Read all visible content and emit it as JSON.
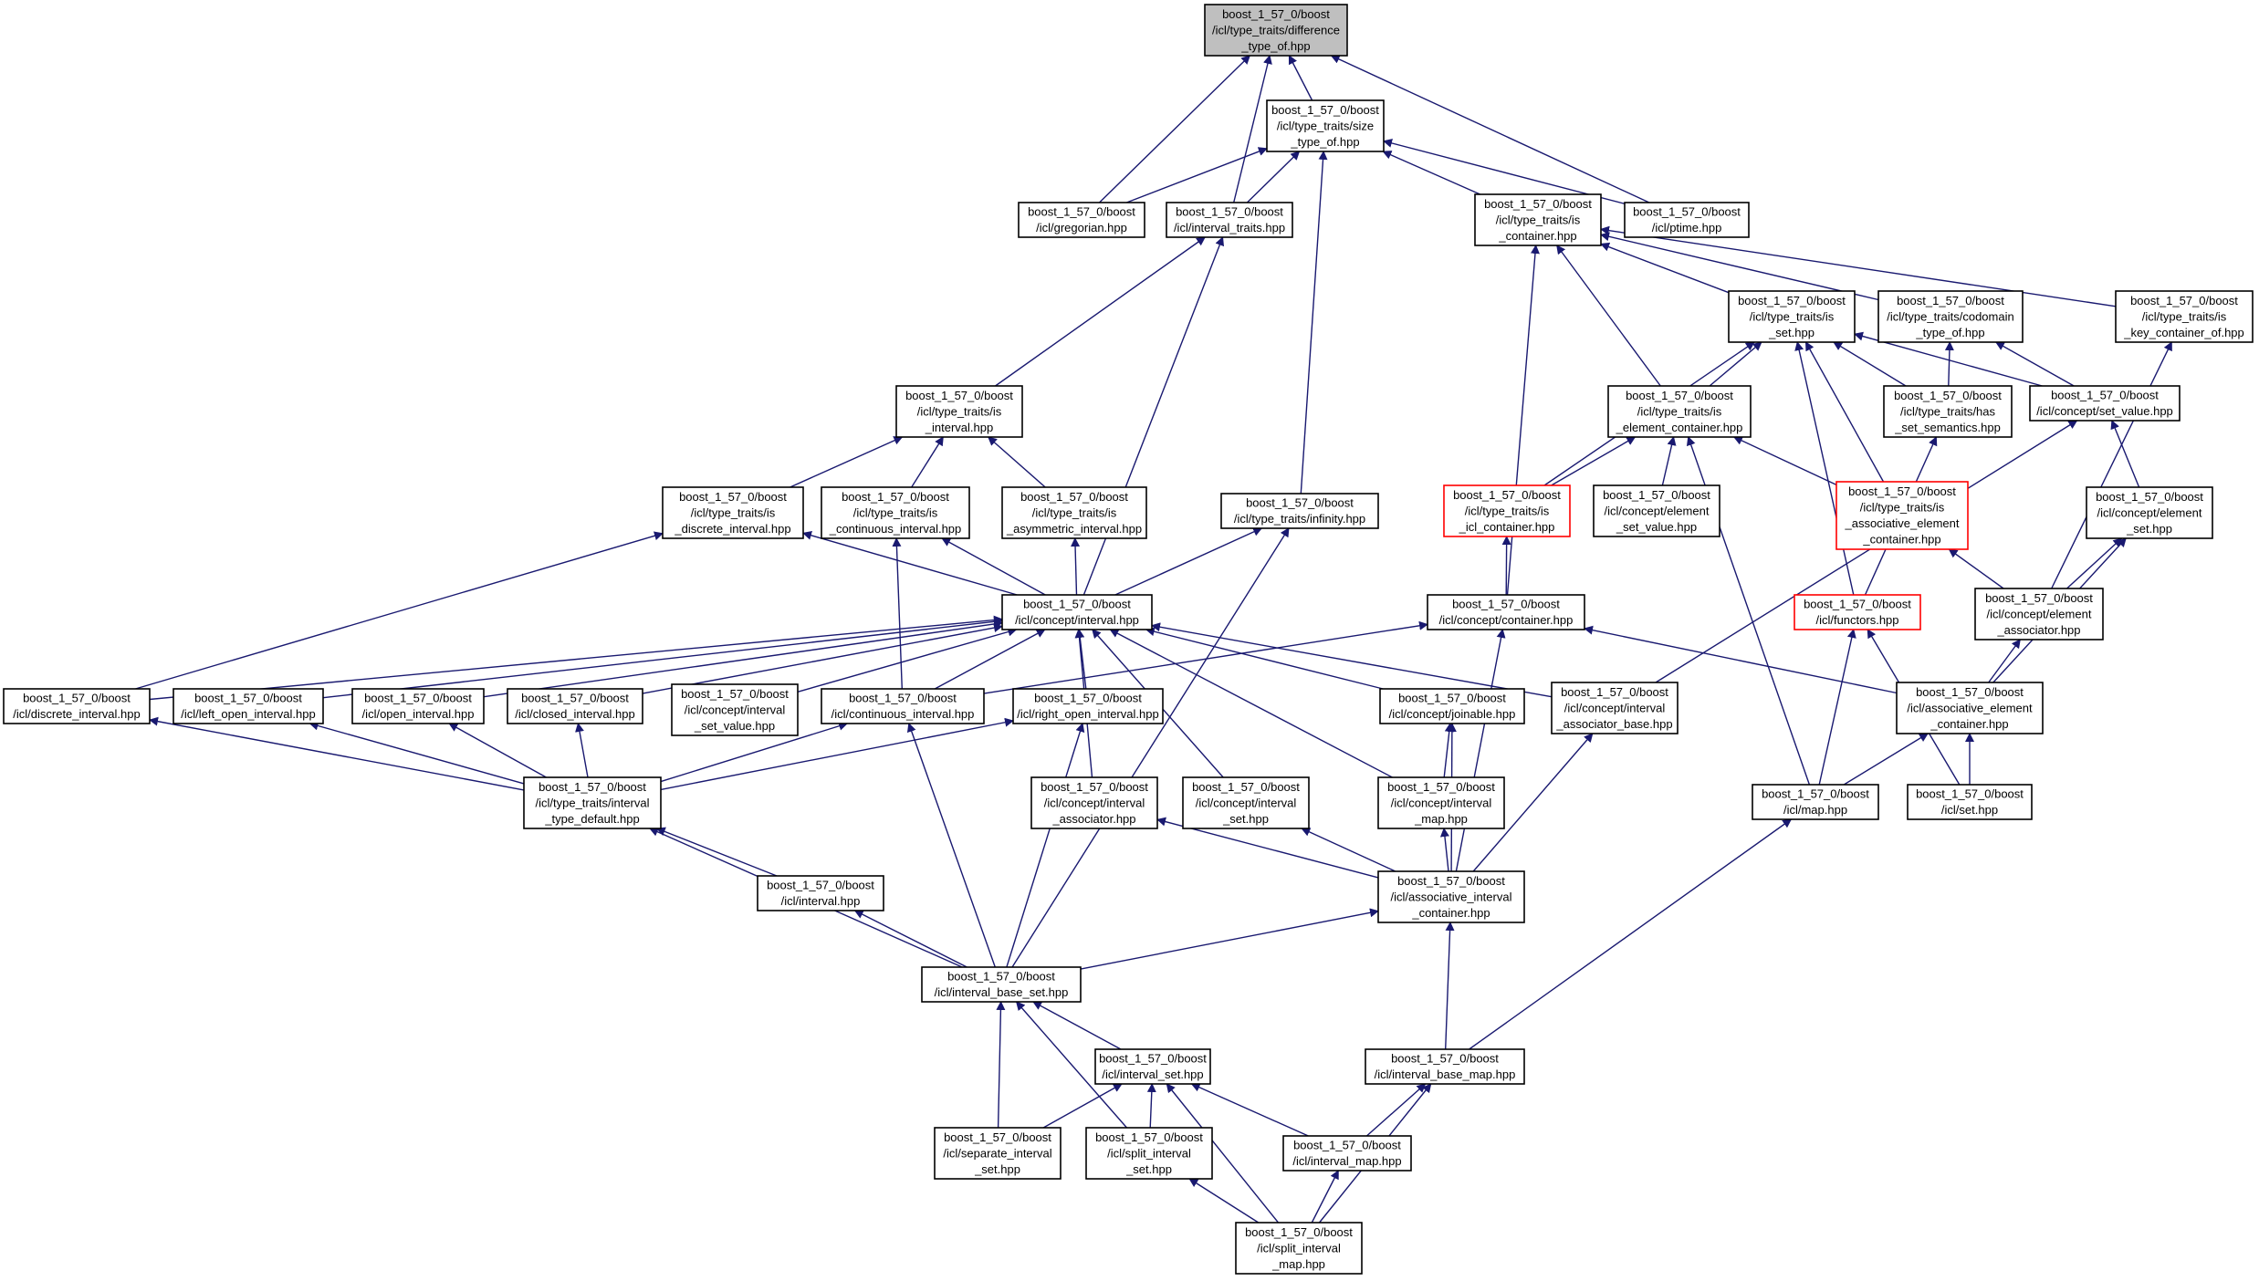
{
  "colors": {
    "edge": "#191970",
    "border": "#000000",
    "truncated_border": "#ff0000",
    "focus_fill": "#bfbfbf",
    "node_fill": "#ffffff"
  },
  "nodes": [
    {
      "id": "difference_type_of",
      "lines": [
        "boost_1_57_0/boost",
        "/icl/type_traits/difference",
        "_type_of.hpp"
      ],
      "focus": true
    },
    {
      "id": "size_type_of",
      "lines": [
        "boost_1_57_0/boost",
        "/icl/type_traits/size",
        "_type_of.hpp"
      ]
    },
    {
      "id": "gregorian",
      "lines": [
        "boost_1_57_0/boost",
        "/icl/gregorian.hpp"
      ]
    },
    {
      "id": "interval_traits",
      "lines": [
        "boost_1_57_0/boost",
        "/icl/interval_traits.hpp"
      ]
    },
    {
      "id": "is_container",
      "lines": [
        "boost_1_57_0/boost",
        "/icl/type_traits/is",
        "_container.hpp"
      ]
    },
    {
      "id": "ptime",
      "lines": [
        "boost_1_57_0/boost",
        "/icl/ptime.hpp"
      ]
    },
    {
      "id": "is_set",
      "lines": [
        "boost_1_57_0/boost",
        "/icl/type_traits/is",
        "_set.hpp"
      ]
    },
    {
      "id": "codomain_type_of",
      "lines": [
        "boost_1_57_0/boost",
        "/icl/type_traits/codomain",
        "_type_of.hpp"
      ]
    },
    {
      "id": "is_key_container_of",
      "lines": [
        "boost_1_57_0/boost",
        "/icl/type_traits/is",
        "_key_container_of.hpp"
      ]
    },
    {
      "id": "is_interval",
      "lines": [
        "boost_1_57_0/boost",
        "/icl/type_traits/is",
        "_interval.hpp"
      ]
    },
    {
      "id": "is_element_container",
      "lines": [
        "boost_1_57_0/boost",
        "/icl/type_traits/is",
        "_element_container.hpp"
      ]
    },
    {
      "id": "has_set_semantics",
      "lines": [
        "boost_1_57_0/boost",
        "/icl/type_traits/has",
        "_set_semantics.hpp"
      ]
    },
    {
      "id": "set_value",
      "lines": [
        "boost_1_57_0/boost",
        "/icl/concept/set_value.hpp"
      ]
    },
    {
      "id": "is_discrete_interval",
      "lines": [
        "boost_1_57_0/boost",
        "/icl/type_traits/is",
        "_discrete_interval.hpp"
      ]
    },
    {
      "id": "is_continuous_interval",
      "lines": [
        "boost_1_57_0/boost",
        "/icl/type_traits/is",
        "_continuous_interval.hpp"
      ]
    },
    {
      "id": "is_asymmetric_interval",
      "lines": [
        "boost_1_57_0/boost",
        "/icl/type_traits/is",
        "_asymmetric_interval.hpp"
      ]
    },
    {
      "id": "infinity",
      "lines": [
        "boost_1_57_0/boost",
        "/icl/type_traits/infinity.hpp"
      ]
    },
    {
      "id": "is_icl_container",
      "lines": [
        "boost_1_57_0/boost",
        "/icl/type_traits/is",
        "_icl_container.hpp"
      ],
      "truncated": true
    },
    {
      "id": "element_set_value",
      "lines": [
        "boost_1_57_0/boost",
        "/icl/concept/element",
        "_set_value.hpp"
      ]
    },
    {
      "id": "is_associative_element_container",
      "lines": [
        "boost_1_57_0/boost",
        "/icl/type_traits/is",
        "_associative_element",
        "_container.hpp"
      ],
      "truncated": true
    },
    {
      "id": "concept_element_set",
      "lines": [
        "boost_1_57_0/boost",
        "/icl/concept/element",
        "_set.hpp"
      ]
    },
    {
      "id": "concept_interval",
      "lines": [
        "boost_1_57_0/boost",
        "/icl/concept/interval.hpp"
      ]
    },
    {
      "id": "concept_container",
      "lines": [
        "boost_1_57_0/boost",
        "/icl/concept/container.hpp"
      ]
    },
    {
      "id": "functors",
      "lines": [
        "boost_1_57_0/boost",
        "/icl/functors.hpp"
      ],
      "truncated": true
    },
    {
      "id": "element_associator",
      "lines": [
        "boost_1_57_0/boost",
        "/icl/concept/element",
        "_associator.hpp"
      ]
    },
    {
      "id": "discrete_interval",
      "lines": [
        "boost_1_57_0/boost",
        "/icl/discrete_interval.hpp"
      ]
    },
    {
      "id": "left_open_interval",
      "lines": [
        "boost_1_57_0/boost",
        "/icl/left_open_interval.hpp"
      ]
    },
    {
      "id": "open_interval",
      "lines": [
        "boost_1_57_0/boost",
        "/icl/open_interval.hpp"
      ]
    },
    {
      "id": "closed_interval",
      "lines": [
        "boost_1_57_0/boost",
        "/icl/closed_interval.hpp"
      ]
    },
    {
      "id": "interval_set_value",
      "lines": [
        "boost_1_57_0/boost",
        "/icl/concept/interval",
        "_set_value.hpp"
      ]
    },
    {
      "id": "continuous_interval",
      "lines": [
        "boost_1_57_0/boost",
        "/icl/continuous_interval.hpp"
      ]
    },
    {
      "id": "right_open_interval",
      "lines": [
        "boost_1_57_0/boost",
        "/icl/right_open_interval.hpp"
      ]
    },
    {
      "id": "joinable",
      "lines": [
        "boost_1_57_0/boost",
        "/icl/concept/joinable.hpp"
      ]
    },
    {
      "id": "interval_associator_base",
      "lines": [
        "boost_1_57_0/boost",
        "/icl/concept/interval",
        "_associator_base.hpp"
      ]
    },
    {
      "id": "associative_element_container",
      "lines": [
        "boost_1_57_0/boost",
        "/icl/associative_element",
        "_container.hpp"
      ]
    },
    {
      "id": "interval_type_default",
      "lines": [
        "boost_1_57_0/boost",
        "/icl/type_traits/interval",
        "_type_default.hpp"
      ]
    },
    {
      "id": "interval_associator",
      "lines": [
        "boost_1_57_0/boost",
        "/icl/concept/interval",
        "_associator.hpp"
      ]
    },
    {
      "id": "concept_interval_set",
      "lines": [
        "boost_1_57_0/boost",
        "/icl/concept/interval",
        "_set.hpp"
      ]
    },
    {
      "id": "concept_interval_map",
      "lines": [
        "boost_1_57_0/boost",
        "/icl/concept/interval",
        "_map.hpp"
      ]
    },
    {
      "id": "map",
      "lines": [
        "boost_1_57_0/boost",
        "/icl/map.hpp"
      ]
    },
    {
      "id": "set",
      "lines": [
        "boost_1_57_0/boost",
        "/icl/set.hpp"
      ]
    },
    {
      "id": "interval",
      "lines": [
        "boost_1_57_0/boost",
        "/icl/interval.hpp"
      ]
    },
    {
      "id": "associative_interval_container",
      "lines": [
        "boost_1_57_0/boost",
        "/icl/associative_interval",
        "_container.hpp"
      ]
    },
    {
      "id": "interval_base_set",
      "lines": [
        "boost_1_57_0/boost",
        "/icl/interval_base_set.hpp"
      ]
    },
    {
      "id": "interval_set",
      "lines": [
        "boost_1_57_0/boost",
        "/icl/interval_set.hpp"
      ]
    },
    {
      "id": "interval_base_map",
      "lines": [
        "boost_1_57_0/boost",
        "/icl/interval_base_map.hpp"
      ]
    },
    {
      "id": "separate_interval_set",
      "lines": [
        "boost_1_57_0/boost",
        "/icl/separate_interval",
        "_set.hpp"
      ]
    },
    {
      "id": "split_interval_set",
      "lines": [
        "boost_1_57_0/boost",
        "/icl/split_interval",
        "_set.hpp"
      ]
    },
    {
      "id": "interval_map",
      "lines": [
        "boost_1_57_0/boost",
        "/icl/interval_map.hpp"
      ]
    },
    {
      "id": "split_interval_map",
      "lines": [
        "boost_1_57_0/boost",
        "/icl/split_interval",
        "_map.hpp"
      ]
    }
  ],
  "edges": [
    [
      "difference_type_of",
      "size_type_of"
    ],
    [
      "difference_type_of",
      "gregorian"
    ],
    [
      "difference_type_of",
      "interval_traits"
    ],
    [
      "difference_type_of",
      "ptime"
    ],
    [
      "size_type_of",
      "gregorian"
    ],
    [
      "size_type_of",
      "interval_traits"
    ],
    [
      "size_type_of",
      "is_container"
    ],
    [
      "size_type_of",
      "ptime"
    ],
    [
      "size_type_of",
      "infinity"
    ],
    [
      "is_container",
      "is_set"
    ],
    [
      "is_container",
      "codomain_type_of"
    ],
    [
      "is_container",
      "is_key_container_of"
    ],
    [
      "is_container",
      "is_element_container"
    ],
    [
      "is_container",
      "concept_container"
    ],
    [
      "interval_traits",
      "is_interval"
    ],
    [
      "interval_traits",
      "concept_interval"
    ],
    [
      "is_set",
      "is_element_container"
    ],
    [
      "is_set",
      "has_set_semantics"
    ],
    [
      "is_set",
      "set_value"
    ],
    [
      "is_set",
      "is_icl_container"
    ],
    [
      "is_set",
      "is_associative_element_container"
    ],
    [
      "is_set",
      "functors"
    ],
    [
      "codomain_type_of",
      "has_set_semantics"
    ],
    [
      "codomain_type_of",
      "set_value"
    ],
    [
      "is_key_container_of",
      "element_associator"
    ],
    [
      "is_interval",
      "is_discrete_interval"
    ],
    [
      "is_interval",
      "is_continuous_interval"
    ],
    [
      "is_interval",
      "is_asymmetric_interval"
    ],
    [
      "is_element_container",
      "is_icl_container"
    ],
    [
      "is_element_container",
      "element_set_value"
    ],
    [
      "is_element_container",
      "is_associative_element_container"
    ],
    [
      "is_element_container",
      "map"
    ],
    [
      "has_set_semantics",
      "functors"
    ],
    [
      "set_value",
      "concept_element_set"
    ],
    [
      "set_value",
      "interval_associator_base"
    ],
    [
      "is_discrete_interval",
      "concept_interval"
    ],
    [
      "is_discrete_interval",
      "discrete_interval"
    ],
    [
      "is_continuous_interval",
      "concept_interval"
    ],
    [
      "is_continuous_interval",
      "continuous_interval"
    ],
    [
      "is_asymmetric_interval",
      "concept_interval"
    ],
    [
      "infinity",
      "concept_interval"
    ],
    [
      "infinity",
      "interval_base_set"
    ],
    [
      "is_icl_container",
      "concept_container"
    ],
    [
      "is_associative_element_container",
      "element_associator"
    ],
    [
      "concept_element_set",
      "element_associator"
    ],
    [
      "concept_element_set",
      "associative_element_container"
    ],
    [
      "concept_interval",
      "discrete_interval"
    ],
    [
      "concept_interval",
      "left_open_interval"
    ],
    [
      "concept_interval",
      "open_interval"
    ],
    [
      "concept_interval",
      "closed_interval"
    ],
    [
      "concept_interval",
      "interval_set_value"
    ],
    [
      "concept_interval",
      "continuous_interval"
    ],
    [
      "concept_interval",
      "right_open_interval"
    ],
    [
      "concept_interval",
      "joinable"
    ],
    [
      "concept_interval",
      "interval_associator_base"
    ],
    [
      "concept_interval",
      "interval_associator"
    ],
    [
      "concept_interval",
      "concept_interval_set"
    ],
    [
      "concept_interval",
      "concept_interval_map"
    ],
    [
      "concept_container",
      "continuous_interval"
    ],
    [
      "concept_container",
      "associative_element_container"
    ],
    [
      "concept_container",
      "associative_interval_container"
    ],
    [
      "functors",
      "map"
    ],
    [
      "functors",
      "set"
    ],
    [
      "element_associator",
      "associative_element_container"
    ],
    [
      "discrete_interval",
      "interval_type_default"
    ],
    [
      "left_open_interval",
      "interval_type_default"
    ],
    [
      "open_interval",
      "interval_type_default"
    ],
    [
      "closed_interval",
      "interval_type_default"
    ],
    [
      "continuous_interval",
      "interval_type_default"
    ],
    [
      "right_open_interval",
      "interval_type_default"
    ],
    [
      "continuous_interval",
      "interval_base_set"
    ],
    [
      "right_open_interval",
      "interval_base_set"
    ],
    [
      "joinable",
      "concept_interval_map"
    ],
    [
      "joinable",
      "associative_interval_container"
    ],
    [
      "interval_associator_base",
      "associative_interval_container"
    ],
    [
      "associative_element_container",
      "map"
    ],
    [
      "associative_element_container",
      "set"
    ],
    [
      "interval_type_default",
      "interval"
    ],
    [
      "interval_type_default",
      "interval_base_set"
    ],
    [
      "interval_associator",
      "associative_interval_container"
    ],
    [
      "concept_interval_set",
      "associative_interval_container"
    ],
    [
      "concept_interval_map",
      "associative_interval_container"
    ],
    [
      "map",
      "interval_base_map"
    ],
    [
      "interval",
      "interval_base_set"
    ],
    [
      "associative_interval_container",
      "interval_base_set"
    ],
    [
      "associative_interval_container",
      "interval_base_map"
    ],
    [
      "interval_base_set",
      "interval_set"
    ],
    [
      "interval_base_set",
      "separate_interval_set"
    ],
    [
      "interval_base_set",
      "split_interval_set"
    ],
    [
      "interval_set",
      "separate_interval_set"
    ],
    [
      "interval_set",
      "split_interval_set"
    ],
    [
      "interval_set",
      "interval_map"
    ],
    [
      "interval_set",
      "split_interval_map"
    ],
    [
      "interval_base_map",
      "interval_map"
    ],
    [
      "interval_base_map",
      "split_interval_map"
    ],
    [
      "split_interval_set",
      "split_interval_map"
    ],
    [
      "interval_map",
      "split_interval_map"
    ]
  ]
}
